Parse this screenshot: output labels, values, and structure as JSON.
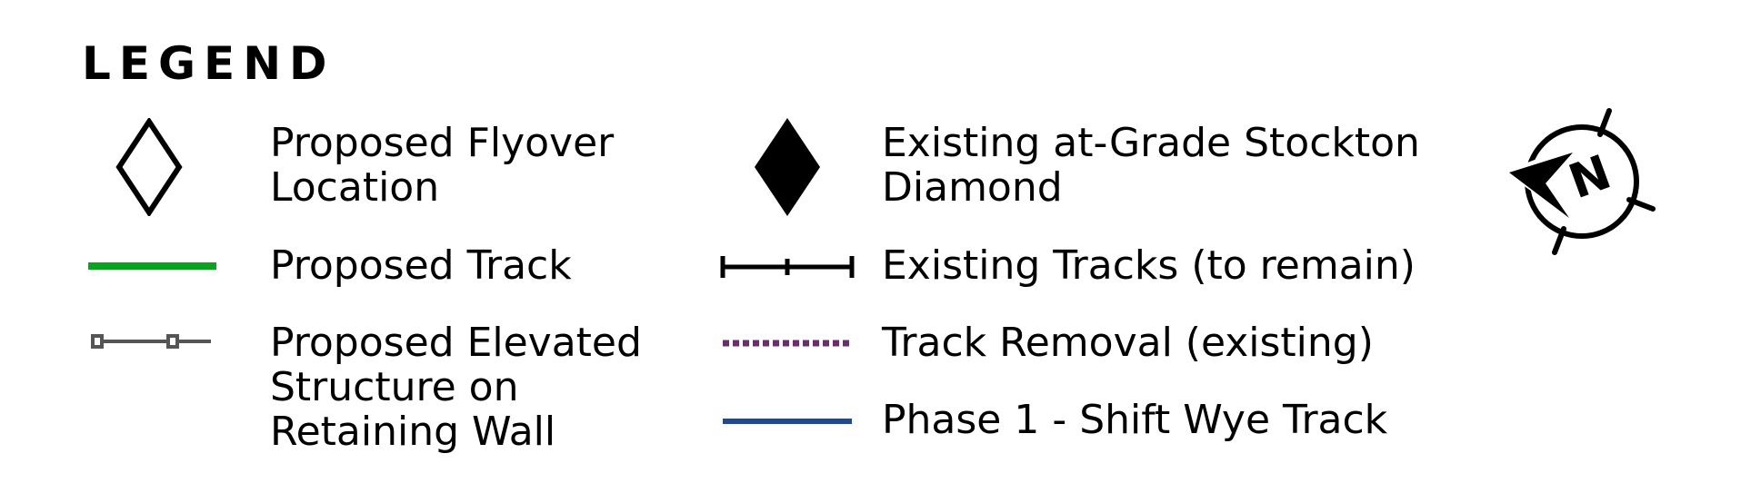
{
  "legend": {
    "title": "LEGEND",
    "items": [
      {
        "symbol": "hollow-diamond-icon",
        "label": "Proposed Flyover\nLocation",
        "color": "#000000"
      },
      {
        "symbol": "solid-diamond-icon",
        "label": "Existing at-Grade Stockton\nDiamond",
        "color": "#000000"
      },
      {
        "symbol": "solid-line",
        "label": "Proposed Track",
        "color": "#0aa31f"
      },
      {
        "symbol": "tick-line",
        "label": "Existing Tracks (to remain)",
        "color": "#000000"
      },
      {
        "symbol": "node-line",
        "label": "Proposed Elevated\nStructure on\nRetaining Wall",
        "color": "#555555"
      },
      {
        "symbol": "dotted-line",
        "label": "Track Removal (existing)",
        "color": "#6b2d6e"
      },
      {
        "symbol": "solid-line",
        "label": "Phase 1 - Shift Wye Track",
        "color": "#1f4a8e"
      }
    ]
  },
  "north_arrow": {
    "symbol": "north-arrow-icon",
    "letter": "N"
  }
}
